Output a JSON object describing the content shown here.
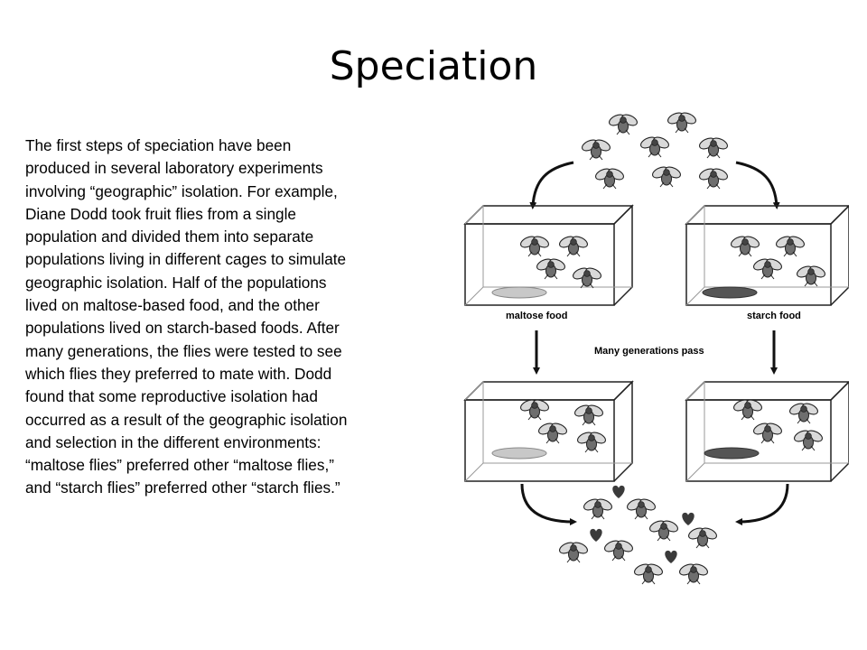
{
  "slide": {
    "title": "Speciation",
    "body": "The first steps of speciation have been\nproduced in several laboratory experiments\ninvolving “geographic” isolation. For example,\nDiane Dodd took fruit flies from a single\npopulation and divided them into separate\npopulations living in different cages to simulate\ngeographic isolation. Half of the populations\nlived on maltose-based food, and the other\npopulations lived on starch-based foods. After\nmany generations, the flies were tested to see\nwhich flies they preferred to mate with. Dodd\nfound that some reproductive isolation had\noccurred as a result of the geographic isolation\nand selection in the different environments:\n“maltose flies” preferred other “maltose flies,”\nand “starch flies” preferred other “starch flies.”"
  },
  "figure": {
    "label_left": "maltose food",
    "label_right": "starch food",
    "label_middle": "Many generations pass",
    "colors": {
      "maltose_food": "#c8c8c8",
      "starch_food": "#555555",
      "fly_body": "#6e6e6e",
      "fly_wing": "#d9d9d9",
      "heart": "#3a3a3a"
    }
  }
}
